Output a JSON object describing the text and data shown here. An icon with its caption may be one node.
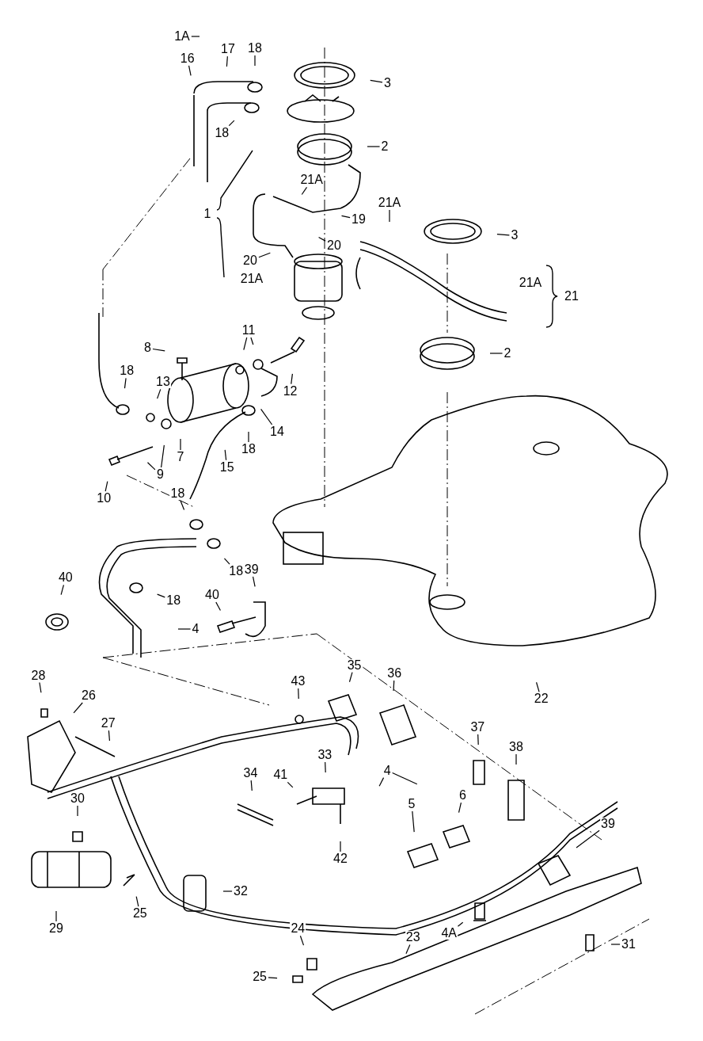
{
  "diagram": {
    "nodes": [
      {
        "text": [
          "1A"
        ]
      },
      {
        "text": [
          "3"
        ]
      },
      {
        "text": [
          "17"
        ]
      },
      {
        "text": [
          "18"
        ]
      },
      {
        "text": [
          "16"
        ]
      },
      {
        "text": [
          "18"
        ]
      },
      {
        "text": [
          "2"
        ]
      },
      {
        "text": [
          "21A"
        ]
      },
      {
        "text": [
          "19"
        ]
      },
      {
        "text": [
          "21A"
        ]
      },
      {
        "text": [
          "3"
        ]
      },
      {
        "text": [
          "20"
        ]
      },
      {
        "text": [
          "20"
        ]
      },
      {
        "text": [
          "11"
        ]
      },
      {
        "text": [
          "8"
        ]
      },
      {
        "text": [
          "12"
        ]
      },
      {
        "text": [
          "2"
        ]
      },
      {
        "text": [
          "18"
        ]
      },
      {
        "text": [
          "13"
        ]
      },
      {
        "text": [
          "14"
        ]
      },
      {
        "text": [
          "9"
        ]
      },
      {
        "text": [
          "7"
        ]
      },
      {
        "text": [
          "15"
        ]
      },
      {
        "text": [
          "18"
        ]
      },
      {
        "text": [
          "10"
        ]
      },
      {
        "text": [
          "18"
        ]
      },
      {
        "text": [
          "18"
        ]
      },
      {
        "text": [
          "40"
        ]
      },
      {
        "text": [
          "39"
        ]
      },
      {
        "text": [
          "40"
        ]
      },
      {
        "text": [
          "18"
        ]
      },
      {
        "text": [
          "4"
        ]
      },
      {
        "text": [
          "22"
        ]
      },
      {
        "text": [
          "35"
        ]
      },
      {
        "text": [
          "43"
        ]
      },
      {
        "text": [
          "36"
        ]
      },
      {
        "text": [
          "28"
        ]
      },
      {
        "text": [
          "26"
        ]
      },
      {
        "text": [
          "27"
        ]
      },
      {
        "text": [
          "37"
        ]
      },
      {
        "text": [
          "38"
        ]
      },
      {
        "text": [
          "4"
        ]
      },
      {
        "text": [
          "34"
        ]
      },
      {
        "text": [
          "33"
        ]
      },
      {
        "text": [
          "41"
        ]
      },
      {
        "text": [
          "5"
        ]
      },
      {
        "text": [
          "6"
        ]
      },
      {
        "text": [
          "30"
        ]
      },
      {
        "text": [
          "42"
        ]
      },
      {
        "text": [
          "39"
        ]
      },
      {
        "text": [
          "32"
        ]
      },
      {
        "text": [
          "25"
        ]
      },
      {
        "text": [
          "29"
        ]
      },
      {
        "text": [
          "4A"
        ]
      },
      {
        "text": [
          "31"
        ]
      },
      {
        "text": [
          "24"
        ]
      },
      {
        "text": [
          "23"
        ]
      },
      {
        "text": [
          "25"
        ]
      },
      {
        "text": [
          "1"
        ]
      },
      {
        "text": [
          "21A"
        ]
      },
      {
        "text": [
          "21A"
        ]
      },
      {
        "text": [
          "21"
        ]
      }
    ],
    "edges": [
      {
        "from": 0,
        "to": null,
        "arrow": "none"
      },
      {
        "from": 1,
        "to": null,
        "arrow": "none"
      },
      {
        "from": 2,
        "to": null,
        "arrow": "none"
      },
      {
        "from": 3,
        "to": null,
        "arrow": "none"
      },
      {
        "from": 4,
        "to": null,
        "arrow": "none"
      },
      {
        "from": 5,
        "to": null,
        "arrow": "none"
      },
      {
        "from": 6,
        "to": null,
        "arrow": "none"
      },
      {
        "from": 7,
        "to": null,
        "arrow": "none"
      },
      {
        "from": 8,
        "to": null,
        "arrow": "none"
      },
      {
        "from": 9,
        "to": null,
        "arrow": "none"
      },
      {
        "from": 10,
        "to": null,
        "arrow": "none"
      },
      {
        "from": 11,
        "to": null,
        "arrow": "none"
      },
      {
        "from": 12,
        "to": null,
        "arrow": "none"
      },
      {
        "from": 13,
        "to": null,
        "arrow": "none"
      },
      {
        "from": 13,
        "to": null,
        "arrow": "none"
      },
      {
        "from": 14,
        "to": null,
        "arrow": "none"
      },
      {
        "from": 15,
        "to": null,
        "arrow": "none"
      },
      {
        "from": 16,
        "to": null,
        "arrow": "none"
      },
      {
        "from": 17,
        "to": null,
        "arrow": "none"
      },
      {
        "from": 18,
        "to": null,
        "arrow": "none"
      },
      {
        "from": 19,
        "to": null,
        "arrow": "none"
      },
      {
        "from": 20,
        "to": null,
        "arrow": "none"
      },
      {
        "from": 20,
        "to": null,
        "arrow": "none"
      },
      {
        "from": 21,
        "to": null,
        "arrow": "none"
      },
      {
        "from": 22,
        "to": null,
        "arrow": "none"
      },
      {
        "from": 23,
        "to": null,
        "arrow": "none"
      },
      {
        "from": 24,
        "to": null,
        "arrow": "none"
      },
      {
        "from": 25,
        "to": null,
        "arrow": "none"
      },
      {
        "from": 26,
        "to": null,
        "arrow": "none"
      },
      {
        "from": 27,
        "to": null,
        "arrow": "none"
      },
      {
        "from": 28,
        "to": null,
        "arrow": "none"
      },
      {
        "from": 29,
        "to": null,
        "arrow": "none"
      },
      {
        "from": 30,
        "to": null,
        "arrow": "none"
      },
      {
        "from": 31,
        "to": null,
        "arrow": "none"
      },
      {
        "from": 32,
        "to": null,
        "arrow": "none"
      },
      {
        "from": 33,
        "to": null,
        "arrow": "none"
      },
      {
        "from": 34,
        "to": null,
        "arrow": "none"
      },
      {
        "from": 35,
        "to": null,
        "arrow": "none"
      },
      {
        "from": 36,
        "to": null,
        "arrow": "none"
      },
      {
        "from": 37,
        "to": null,
        "arrow": "none"
      },
      {
        "from": 38,
        "to": null,
        "arrow": "none"
      },
      {
        "from": 39,
        "to": null,
        "arrow": "none"
      },
      {
        "from": 40,
        "to": null,
        "arrow": "none"
      },
      {
        "from": 41,
        "to": null,
        "arrow": "none"
      },
      {
        "from": 41,
        "to": null,
        "arrow": "none"
      },
      {
        "from": 42,
        "to": null,
        "arrow": "none"
      },
      {
        "from": 43,
        "to": null,
        "arrow": "none"
      },
      {
        "from": 44,
        "to": null,
        "arrow": "none"
      },
      {
        "from": 45,
        "to": null,
        "arrow": "none"
      },
      {
        "from": 46,
        "to": null,
        "arrow": "none"
      },
      {
        "from": 47,
        "to": null,
        "arrow": "none"
      },
      {
        "from": 48,
        "to": null,
        "arrow": "none"
      },
      {
        "from": 49,
        "to": null,
        "arrow": "none"
      },
      {
        "from": 50,
        "to": null,
        "arrow": "none"
      },
      {
        "from": 51,
        "to": null,
        "arrow": "none"
      },
      {
        "from": 52,
        "to": null,
        "arrow": "none"
      },
      {
        "from": 53,
        "to": null,
        "arrow": "none"
      },
      {
        "from": 54,
        "to": null,
        "arrow": "none"
      },
      {
        "from": 55,
        "to": null,
        "arrow": "none"
      },
      {
        "from": 56,
        "to": null,
        "arrow": "none"
      },
      {
        "from": 57,
        "to": null,
        "arrow": "none"
      }
    ]
  }
}
